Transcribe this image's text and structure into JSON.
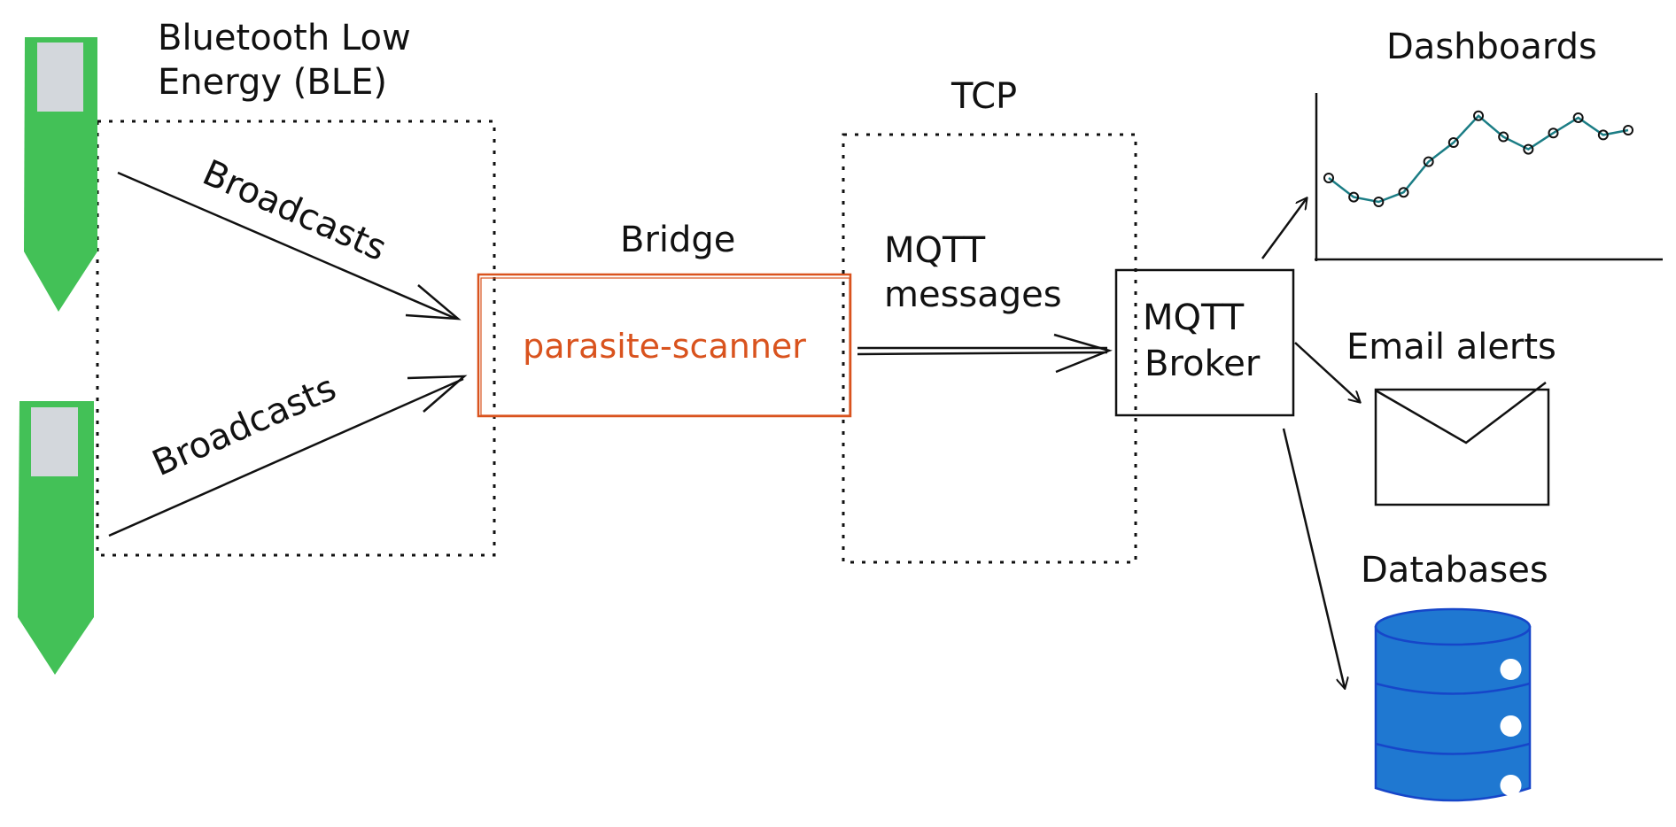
{
  "ble_zone": {
    "label_line1": "Bluetooth Low",
    "label_line2": "Energy (BLE)"
  },
  "tcp_zone": {
    "label": "TCP"
  },
  "sensors": {
    "count": 2,
    "color": "#43c157"
  },
  "arrows": {
    "top_label": "Broadcasts",
    "bottom_label": "Broadcasts"
  },
  "bridge": {
    "title": "Bridge",
    "name": "parasite-scanner",
    "color": "#d9531e"
  },
  "mqtt_link": {
    "label_line1": "MQTT",
    "label_line2": "messages"
  },
  "broker": {
    "label_line1": "MQTT",
    "label_line2": "Broker"
  },
  "outputs": {
    "dashboards": "Dashboards",
    "email": "Email alerts",
    "databases": "Databases"
  },
  "dashboard_line": {
    "values": [
      0.25,
      0.05,
      0.0,
      0.1,
      0.42,
      0.62,
      0.9,
      0.68,
      0.55,
      0.72,
      0.88,
      0.7,
      0.75
    ]
  },
  "colors": {
    "ink": "#111111",
    "chart_line": "#1b7d85",
    "db_fill": "#1f78d1",
    "db_stroke": "#1646c9",
    "sensor_screen": "#d3d7dc"
  }
}
